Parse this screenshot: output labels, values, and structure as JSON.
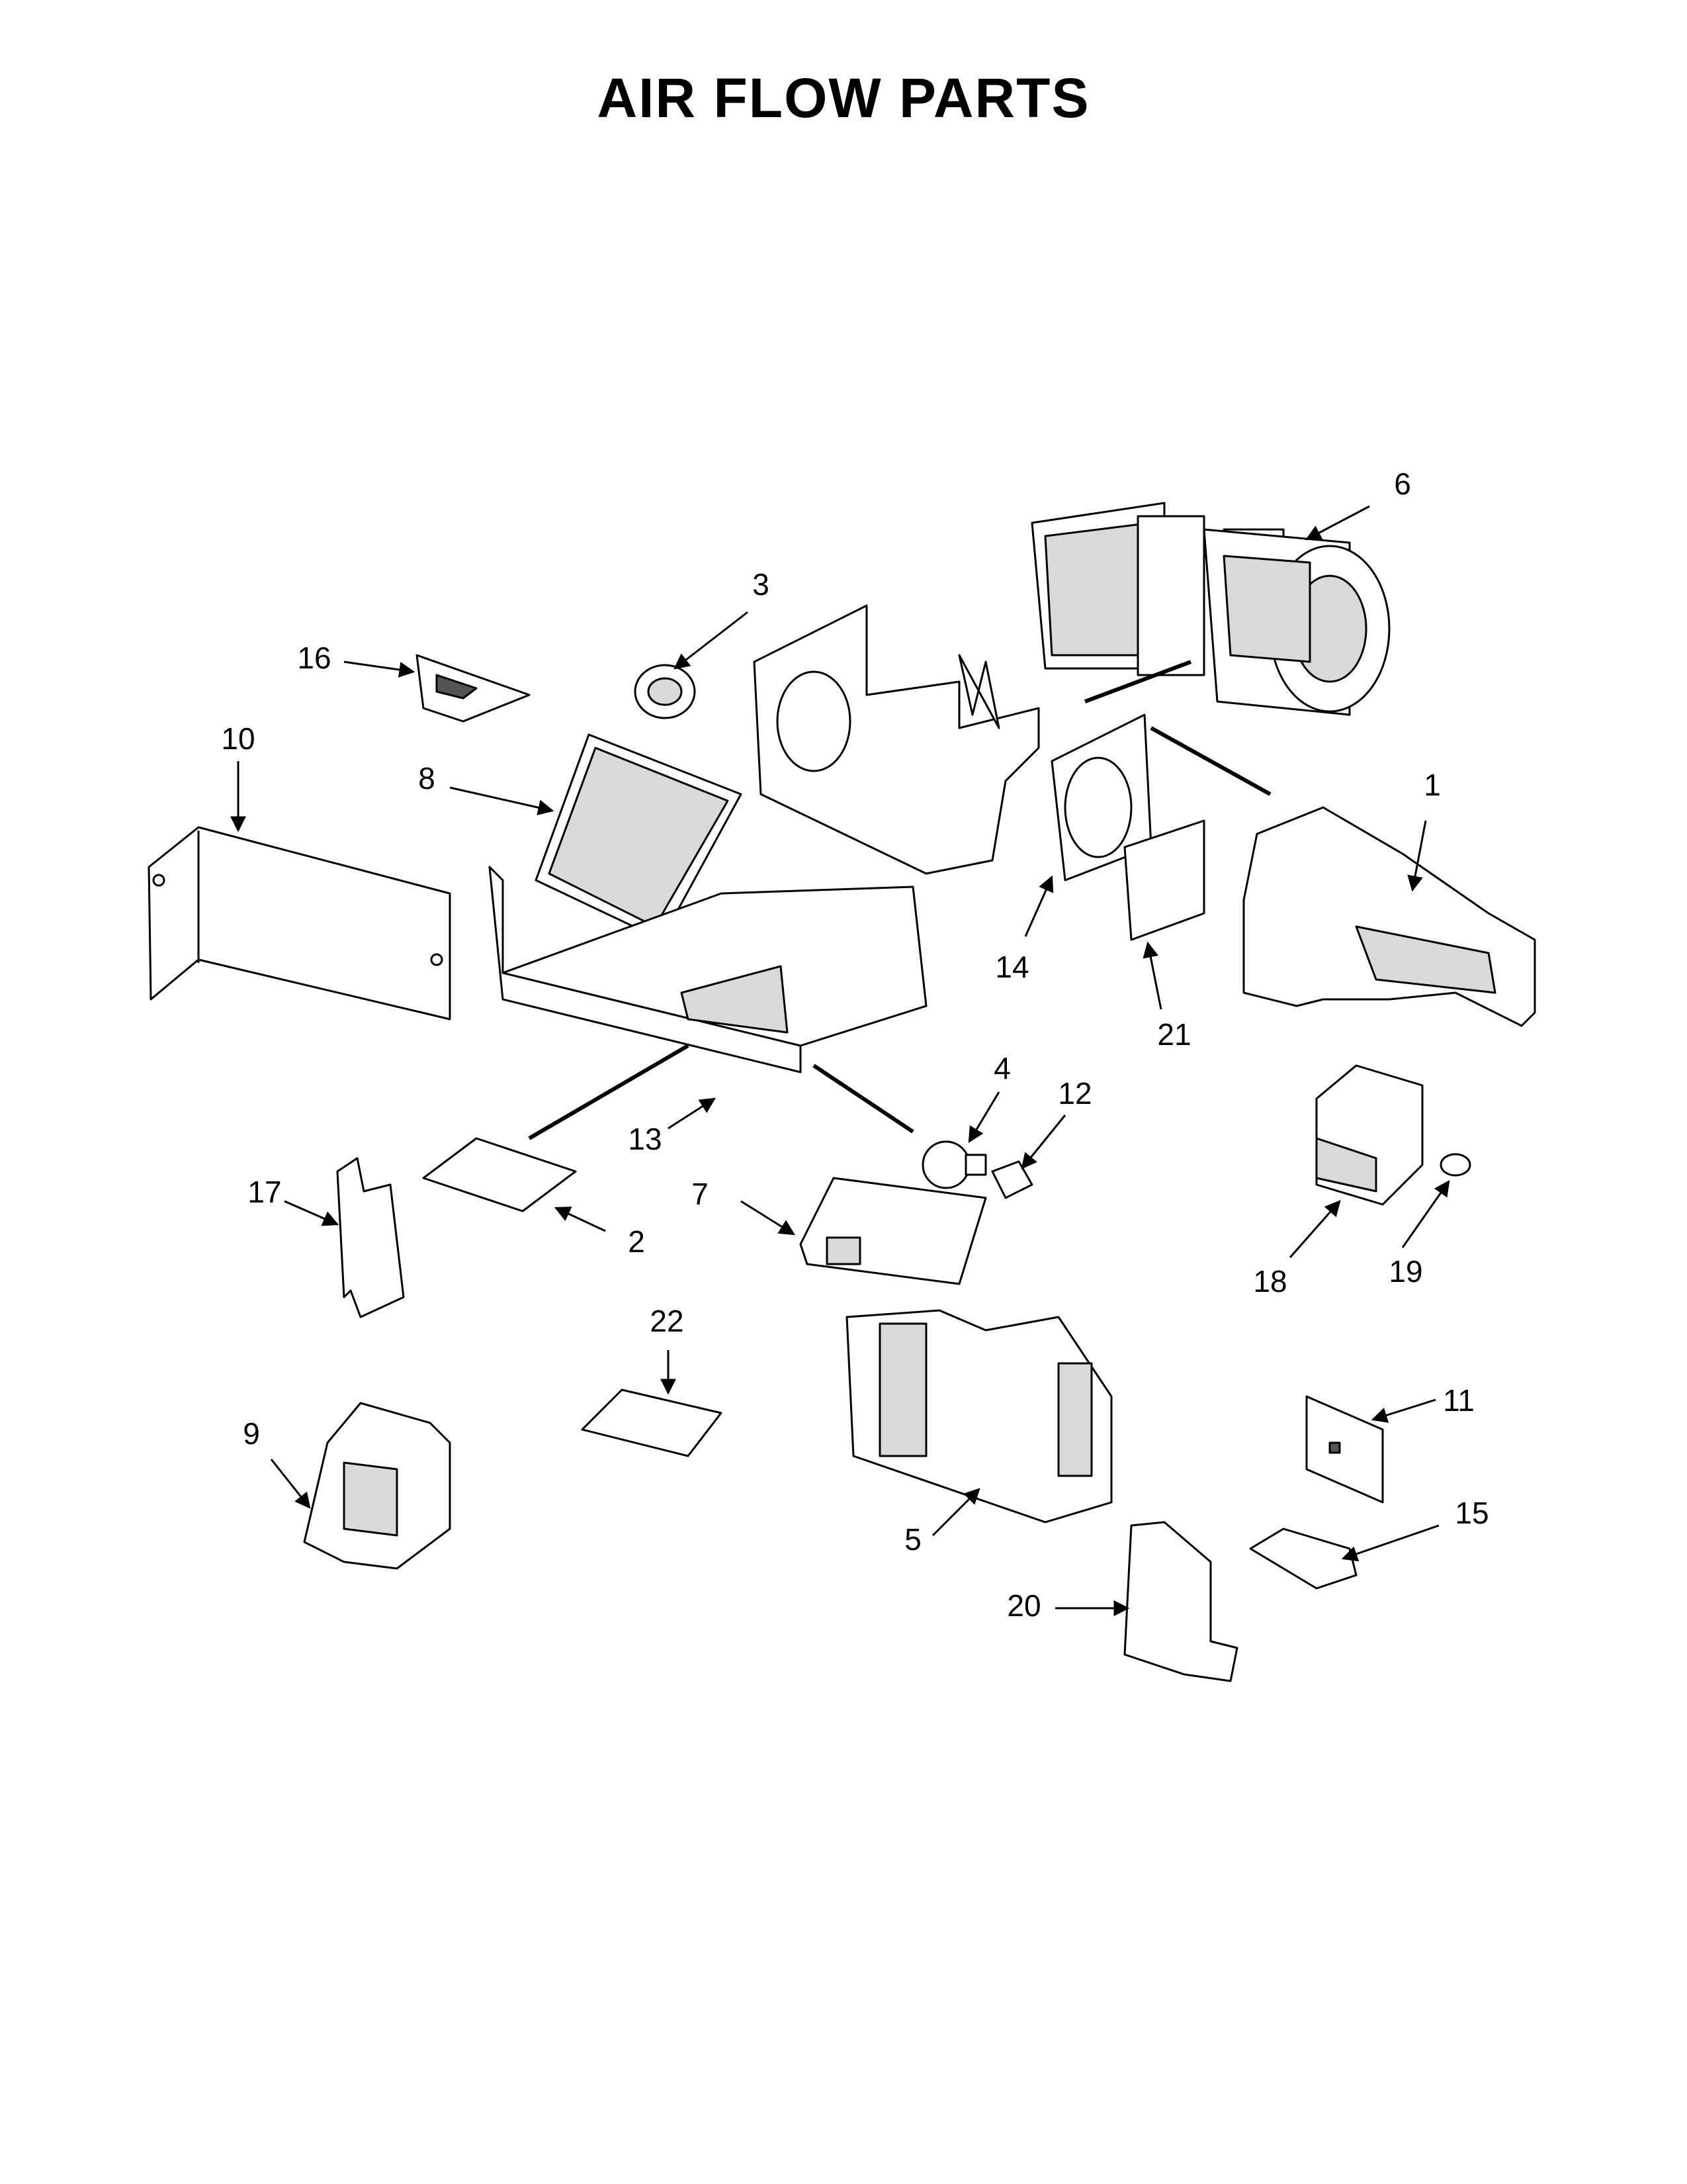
{
  "title": "AIR FLOW PARTS",
  "callouts": [
    {
      "id": "1",
      "label": "1"
    },
    {
      "id": "2",
      "label": "2"
    },
    {
      "id": "3",
      "label": "3"
    },
    {
      "id": "4",
      "label": "4"
    },
    {
      "id": "5",
      "label": "5"
    },
    {
      "id": "6",
      "label": "6"
    },
    {
      "id": "7",
      "label": "7"
    },
    {
      "id": "8",
      "label": "8"
    },
    {
      "id": "9",
      "label": "9"
    },
    {
      "id": "10",
      "label": "10"
    },
    {
      "id": "11",
      "label": "11"
    },
    {
      "id": "12",
      "label": "12"
    },
    {
      "id": "13",
      "label": "13"
    },
    {
      "id": "14",
      "label": "14"
    },
    {
      "id": "15",
      "label": "15"
    },
    {
      "id": "16",
      "label": "16"
    },
    {
      "id": "17",
      "label": "17"
    },
    {
      "id": "18",
      "label": "18"
    },
    {
      "id": "19",
      "label": "19"
    },
    {
      "id": "20",
      "label": "20"
    },
    {
      "id": "21",
      "label": "21"
    },
    {
      "id": "22",
      "label": "22"
    }
  ]
}
